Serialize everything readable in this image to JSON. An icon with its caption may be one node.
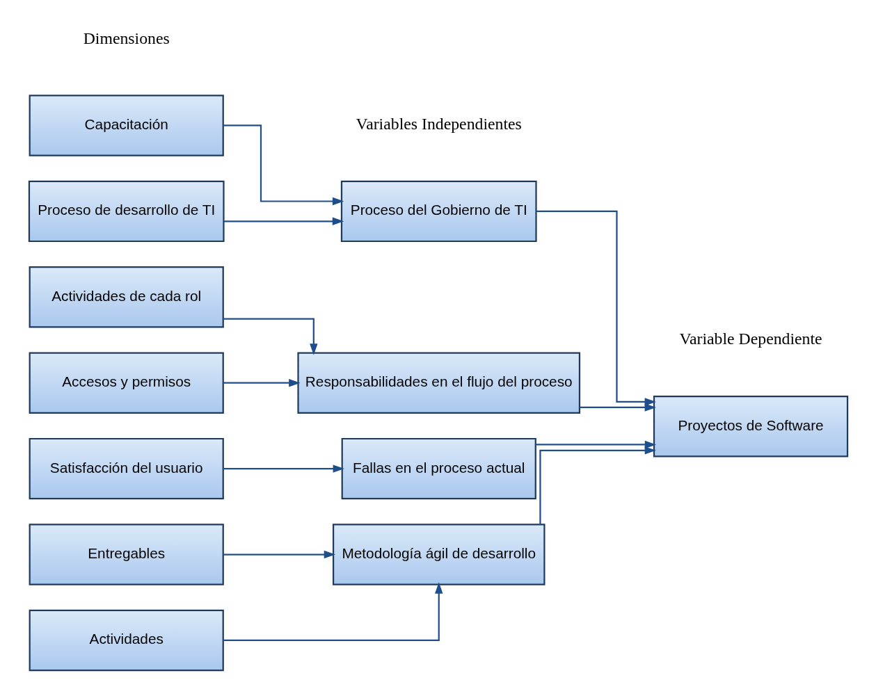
{
  "diagram": {
    "nodes": [
      {
        "text": [
          "Capacitación"
        ]
      },
      {
        "text": [
          "Proceso de desarrollo de TI"
        ]
      },
      {
        "text": [
          "Proceso del Gobierno de TI"
        ]
      },
      {
        "text": [
          "Actividades de cada rol"
        ]
      },
      {
        "text": [
          "Accesos y permisos"
        ]
      },
      {
        "text": [
          "Responsabilidades en el flujo del proceso"
        ]
      },
      {
        "text": [
          "Satisfacción del usuario"
        ]
      },
      {
        "text": [
          "Fallas en el proceso actual"
        ]
      },
      {
        "text": [
          "Entregables"
        ]
      },
      {
        "text": [
          "Actividades"
        ]
      },
      {
        "text": [
          "Metodología ágil de desarrollo"
        ]
      },
      {
        "text": [
          "Proyectos de Software"
        ]
      }
    ],
    "edges": [
      {
        "from": 0,
        "to": 2,
        "arrow": "to"
      },
      {
        "from": 1,
        "to": 2,
        "arrow": "to"
      },
      {
        "from": 3,
        "to": 5,
        "arrow": "to"
      },
      {
        "from": 4,
        "to": 5,
        "arrow": "to"
      },
      {
        "from": 6,
        "to": 7,
        "arrow": "to"
      },
      {
        "from": 8,
        "to": 10,
        "arrow": "to"
      },
      {
        "from": 9,
        "to": 10,
        "arrow": "to"
      },
      {
        "from": 2,
        "to": 11,
        "arrow": "to"
      },
      {
        "from": 5,
        "to": 11,
        "arrow": "to"
      },
      {
        "from": 7,
        "to": 11,
        "arrow": "to"
      },
      {
        "from": 10,
        "to": 11,
        "arrow": "to"
      }
    ],
    "labels": [
      "Dimensiones",
      "Variables Independientes",
      "Variable Dependiente"
    ]
  }
}
